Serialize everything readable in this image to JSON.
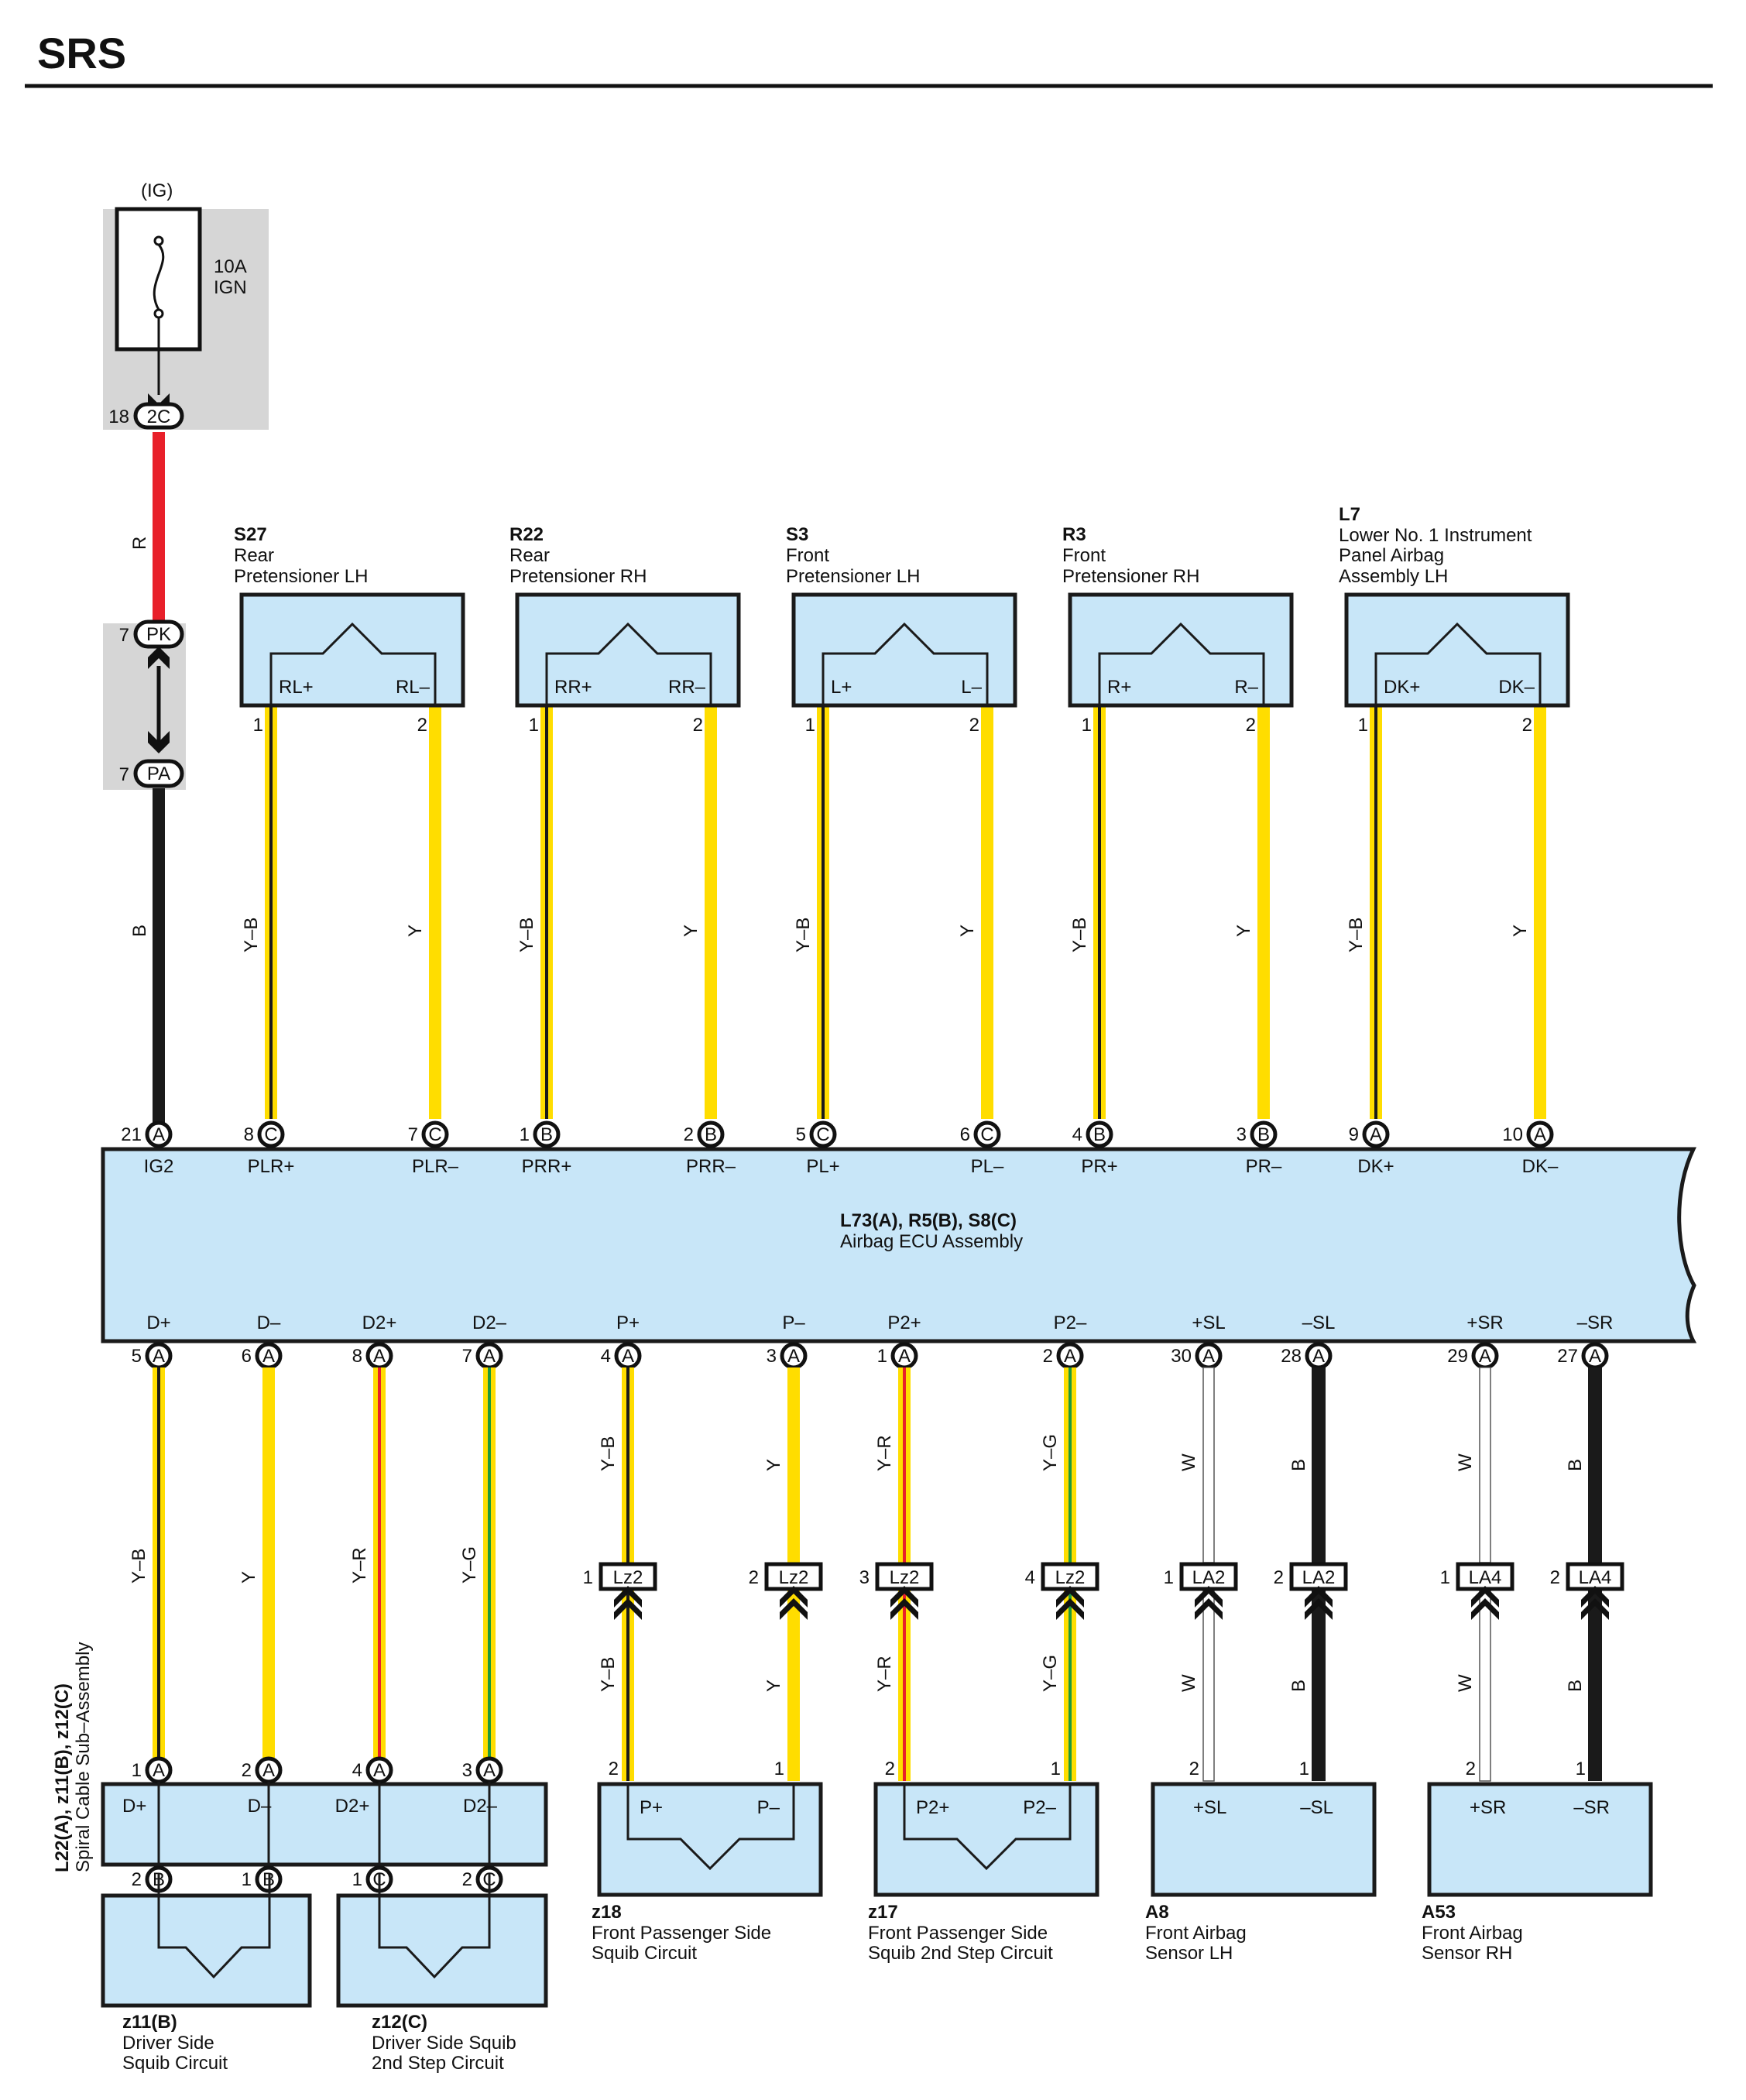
{
  "page": {
    "title": "SRS"
  },
  "fuse": {
    "ig_label": "(IG)",
    "rating": "10A",
    "name": "IGN"
  },
  "supply": {
    "c2c": {
      "num": "18",
      "code": "2C"
    },
    "wire_r": "R",
    "pk": {
      "num": "7",
      "code": "PK"
    },
    "pa": {
      "num": "7",
      "code": "PA"
    },
    "wire_b": "B"
  },
  "ecu": {
    "id": "L73(A), R5(B), S8(C)",
    "name": "Airbag ECU Assembly",
    "top_pins": [
      {
        "num": "21",
        "conn": "A",
        "label": "IG2"
      },
      {
        "num": "8",
        "conn": "C",
        "label": "PLR+"
      },
      {
        "num": "7",
        "conn": "C",
        "label": "PLR–"
      },
      {
        "num": "1",
        "conn": "B",
        "label": "PRR+"
      },
      {
        "num": "2",
        "conn": "B",
        "label": "PRR–"
      },
      {
        "num": "5",
        "conn": "C",
        "label": "PL+"
      },
      {
        "num": "6",
        "conn": "C",
        "label": "PL–"
      },
      {
        "num": "4",
        "conn": "B",
        "label": "PR+"
      },
      {
        "num": "3",
        "conn": "B",
        "label": "PR–"
      },
      {
        "num": "9",
        "conn": "A",
        "label": "DK+"
      },
      {
        "num": "10",
        "conn": "A",
        "label": "DK–"
      }
    ],
    "bottom_pins": [
      {
        "num": "5",
        "conn": "A",
        "label": "D+"
      },
      {
        "num": "6",
        "conn": "A",
        "label": "D–"
      },
      {
        "num": "8",
        "conn": "A",
        "label": "D2+"
      },
      {
        "num": "7",
        "conn": "A",
        "label": "D2–"
      },
      {
        "num": "4",
        "conn": "A",
        "label": "P+"
      },
      {
        "num": "3",
        "conn": "A",
        "label": "P–"
      },
      {
        "num": "1",
        "conn": "A",
        "label": "P2+"
      },
      {
        "num": "2",
        "conn": "A",
        "label": "P2–"
      },
      {
        "num": "30",
        "conn": "A",
        "label": "+SL"
      },
      {
        "num": "28",
        "conn": "A",
        "label": "–SL"
      },
      {
        "num": "29",
        "conn": "A",
        "label": "+SR"
      },
      {
        "num": "27",
        "conn": "A",
        "label": "–SR"
      }
    ]
  },
  "pretensioners": [
    {
      "id": "S27",
      "name1": "Rear",
      "name2": "Pretensioner LH",
      "name3": "",
      "pin_l": "RL+",
      "pin_r": "RL–",
      "num_l": "1",
      "num_r": "2",
      "wire_l": "Y–B",
      "wire_r": "Y"
    },
    {
      "id": "R22",
      "name1": "Rear",
      "name2": "Pretensioner RH",
      "name3": "",
      "pin_l": "RR+",
      "pin_r": "RR–",
      "num_l": "1",
      "num_r": "2",
      "wire_l": "Y–B",
      "wire_r": "Y"
    },
    {
      "id": "S3",
      "name1": "Front",
      "name2": "Pretensioner LH",
      "name3": "",
      "pin_l": "L+",
      "pin_r": "L–",
      "num_l": "1",
      "num_r": "2",
      "wire_l": "Y–B",
      "wire_r": "Y"
    },
    {
      "id": "R3",
      "name1": "Front",
      "name2": "Pretensioner RH",
      "name3": "",
      "pin_l": "R+",
      "pin_r": "R–",
      "num_l": "1",
      "num_r": "2",
      "wire_l": "Y–B",
      "wire_r": "Y"
    },
    {
      "id": "L7",
      "name1": "Lower No. 1 Instrument",
      "name2": "Panel Airbag",
      "name3": "Assembly LH",
      "pin_l": "DK+",
      "pin_r": "DK–",
      "num_l": "1",
      "num_r": "2",
      "wire_l": "Y–B",
      "wire_r": "Y"
    }
  ],
  "spiral_cable": {
    "id": "L22(A), z11(B), z12(C)",
    "name": "Spiral Cable Sub–Assembly",
    "top_pins": [
      {
        "num": "1",
        "conn": "A",
        "label": "D+",
        "wire": "Y–B"
      },
      {
        "num": "2",
        "conn": "A",
        "label": "D–",
        "wire": "Y"
      },
      {
        "num": "4",
        "conn": "A",
        "label": "D2+",
        "wire": "Y–R"
      },
      {
        "num": "3",
        "conn": "A",
        "label": "D2–",
        "wire": "Y–G"
      }
    ],
    "bottom_pins": [
      {
        "num": "2",
        "conn": "B"
      },
      {
        "num": "1",
        "conn": "B"
      },
      {
        "num": "1",
        "conn": "C"
      },
      {
        "num": "2",
        "conn": "C"
      }
    ]
  },
  "driver_squibs": [
    {
      "id": "z11(B)",
      "name1": "Driver Side",
      "name2": "Squib Circuit"
    },
    {
      "id": "z12(C)",
      "name1": "Driver Side Squib",
      "name2": "2nd Step Circuit"
    }
  ],
  "junctions": [
    {
      "num": "1",
      "code": "Lz2",
      "wire_top": "Y–B",
      "wire_bot": "Y–B",
      "dev_pin": "2"
    },
    {
      "num": "2",
      "code": "Lz2",
      "wire_top": "Y",
      "wire_bot": "Y",
      "dev_pin": "1"
    },
    {
      "num": "3",
      "code": "Lz2",
      "wire_top": "Y–R",
      "wire_bot": "Y–R",
      "dev_pin": "2"
    },
    {
      "num": "4",
      "code": "Lz2",
      "wire_top": "Y–G",
      "wire_bot": "Y–G",
      "dev_pin": "1"
    },
    {
      "num": "1",
      "code": "LA2",
      "wire_top": "W",
      "wire_bot": "W",
      "dev_pin": "2"
    },
    {
      "num": "2",
      "code": "LA2",
      "wire_top": "B",
      "wire_bot": "B",
      "dev_pin": "1"
    },
    {
      "num": "1",
      "code": "LA4",
      "wire_top": "W",
      "wire_bot": "W",
      "dev_pin": "2"
    },
    {
      "num": "2",
      "code": "LA4",
      "wire_top": "B",
      "wire_bot": "B",
      "dev_pin": "1"
    }
  ],
  "bottom_devices": [
    {
      "id": "z18",
      "name1": "Front Passenger Side",
      "name2": "Squib Circuit",
      "pin_l": "P+",
      "pin_r": "P–"
    },
    {
      "id": "z17",
      "name1": "Front Passenger Side",
      "name2": "Squib 2nd Step Circuit",
      "pin_l": "P2+",
      "pin_r": "P2–"
    },
    {
      "id": "A8",
      "name1": "Front Airbag",
      "name2": "Sensor LH",
      "pin_l": "+SL",
      "pin_r": "–SL"
    },
    {
      "id": "A53",
      "name1": "Front Airbag",
      "name2": "Sensor RH",
      "pin_l": "+SR",
      "pin_r": "–SR"
    }
  ],
  "colors": {
    "yellow": "#ffdd00",
    "red": "#e8202a",
    "green": "#1f9a3c",
    "black": "#1a1a1a",
    "white": "#ffffff",
    "box_fill": "#c8e6f8",
    "gray_fill": "#d6d6d6"
  }
}
